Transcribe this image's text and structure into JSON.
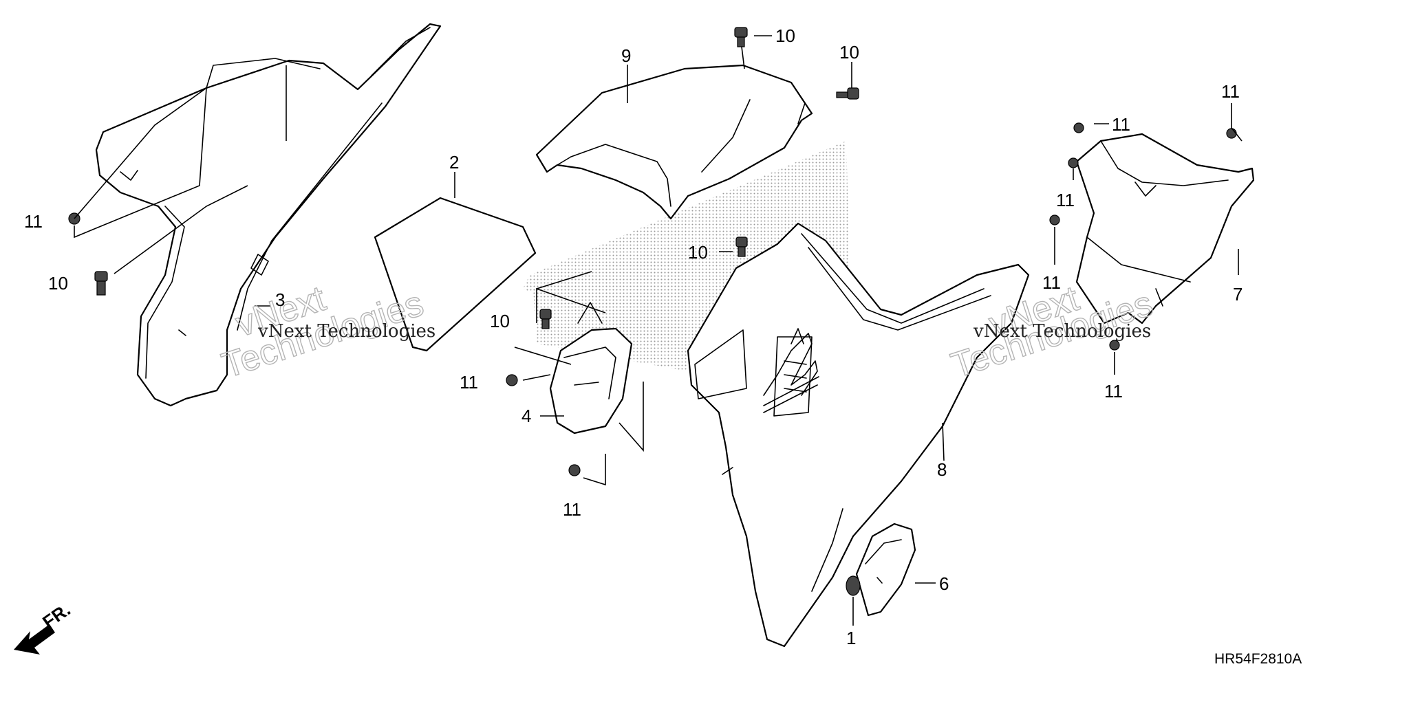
{
  "diagram": {
    "code": "HR54F2810A",
    "front_label": "FR.",
    "watermark": {
      "large": "vNext\nTechnologies",
      "small": "vNext Technologies"
    },
    "callouts": {
      "p1": "1",
      "p2": "2",
      "p3": "3",
      "p4": "4",
      "p6": "6",
      "p7": "7",
      "p8": "8",
      "p9": "9",
      "p10": "10",
      "p11": "11"
    },
    "colors": {
      "line": "#000000",
      "stipple": "#9a9a9a",
      "watermark": "#b4b4b4"
    }
  }
}
